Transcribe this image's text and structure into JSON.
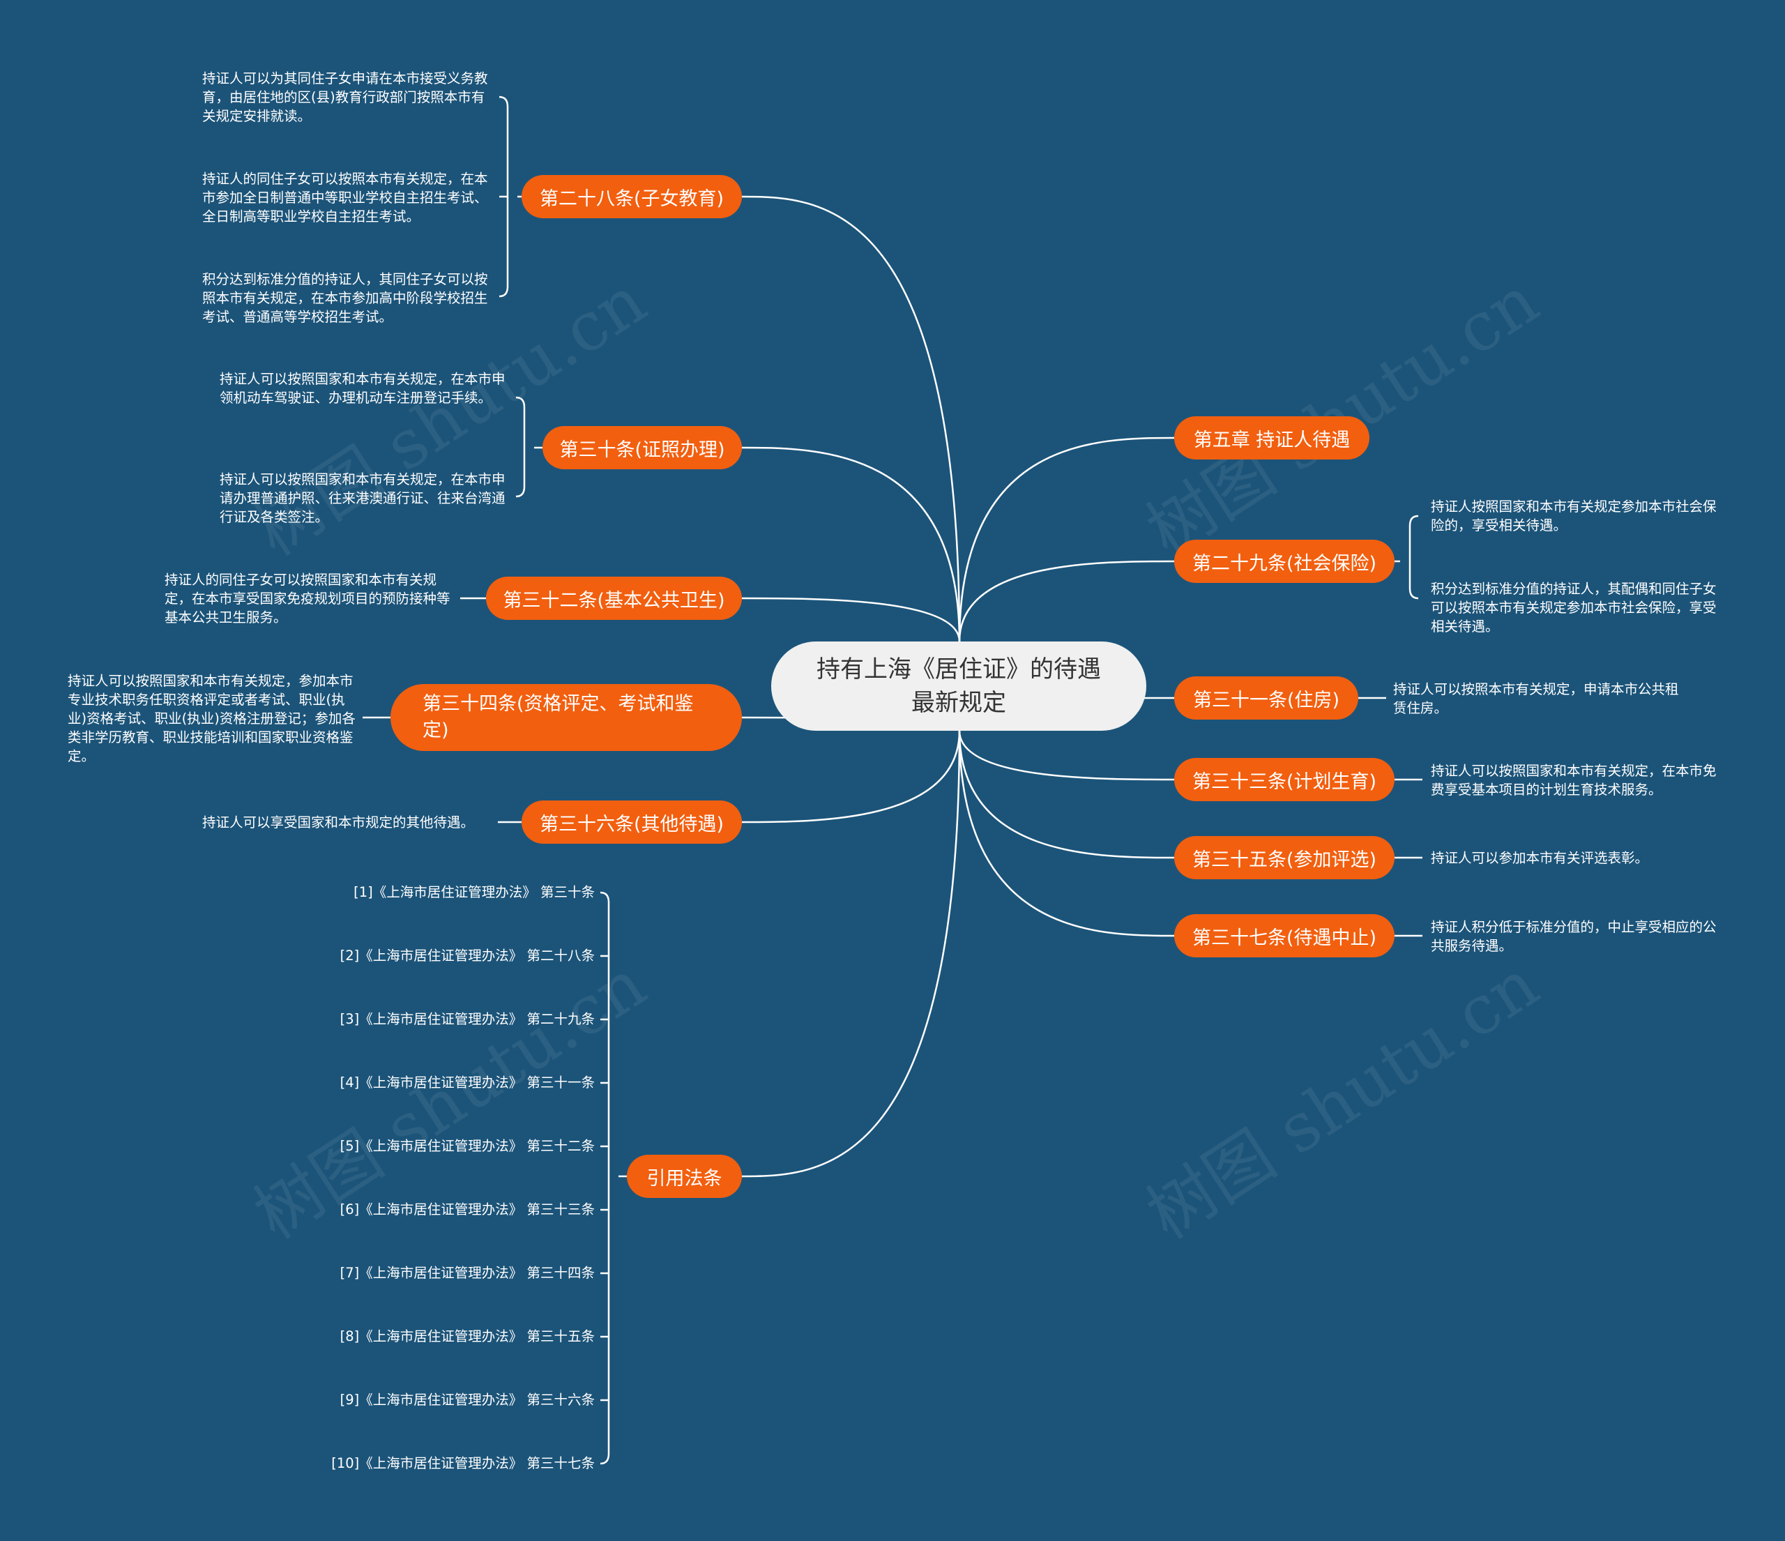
{
  "center": "持有上海《居住证》的待遇最新规定",
  "watermark": "树图 shutu.cn",
  "left_branches": [
    {
      "label": "第二十八条(子女教育)",
      "leaves": [
        "持证人可以为其同住子女申请在本市接受义务教育，由居住地的区(县)教育行政部门按照本市有关规定安排就读。",
        "持证人的同住子女可以按照本市有关规定，在本市参加全日制普通中等职业学校自主招生考试、全日制高等职业学校自主招生考试。",
        "积分达到标准分值的持证人，其同住子女可以按照本市有关规定，在本市参加高中阶段学校招生考试、普通高等学校招生考试。"
      ]
    },
    {
      "label": "第三十条(证照办理)",
      "leaves": [
        "持证人可以按照国家和本市有关规定，在本市申领机动车驾驶证、办理机动车注册登记手续。",
        "持证人可以按照国家和本市有关规定，在本市申请办理普通护照、往来港澳通行证、往来台湾通行证及各类签注。"
      ]
    },
    {
      "label": "第三十二条(基本公共卫生)",
      "leaves": [
        "持证人的同住子女可以按照国家和本市有关规定，在本市享受国家免疫规划项目的预防接种等基本公共卫生服务。"
      ]
    },
    {
      "label": "第三十四条(资格评定、考试和鉴定)",
      "leaves": [
        "持证人可以按照国家和本市有关规定，参加本市专业技术职务任职资格评定或者考试、职业(执业)资格考试、职业(执业)资格注册登记；参加各类非学历教育、职业技能培训和国家职业资格鉴定。"
      ]
    },
    {
      "label": "第三十六条(其他待遇)",
      "leaves": [
        "持证人可以享受国家和本市规定的其他待遇。"
      ]
    },
    {
      "label": "引用法条",
      "leaves": [
        "[1]《上海市居住证管理办法》 第三十条",
        "[2]《上海市居住证管理办法》 第二十八条",
        "[3]《上海市居住证管理办法》 第二十九条",
        "[4]《上海市居住证管理办法》 第三十一条",
        "[5]《上海市居住证管理办法》 第三十二条",
        "[6]《上海市居住证管理办法》 第三十三条",
        "[7]《上海市居住证管理办法》 第三十四条",
        "[8]《上海市居住证管理办法》 第三十五条",
        "[9]《上海市居住证管理办法》 第三十六条",
        "[10]《上海市居住证管理办法》 第三十七条"
      ]
    }
  ],
  "right_branches": [
    {
      "label": "第五章 持证人待遇",
      "leaves": []
    },
    {
      "label": "第二十九条(社会保险)",
      "leaves": [
        "持证人按照国家和本市有关规定参加本市社会保险的，享受相关待遇。",
        "积分达到标准分值的持证人，其配偶和同住子女可以按照本市有关规定参加本市社会保险，享受相关待遇。"
      ]
    },
    {
      "label": "第三十一条(住房)",
      "leaves": [
        "持证人可以按照本市有关规定，申请本市公共租赁住房。"
      ]
    },
    {
      "label": "第三十三条(计划生育)",
      "leaves": [
        "持证人可以按照国家和本市有关规定，在本市免费享受基本项目的计划生育技术服务。"
      ]
    },
    {
      "label": "第三十五条(参加评选)",
      "leaves": [
        "持证人可以参加本市有关评选表彰。"
      ]
    },
    {
      "label": "第三十七条(待遇中止)",
      "leaves": [
        "持证人积分低于标准分值的，中止享受相应的公共服务待遇。"
      ]
    }
  ]
}
